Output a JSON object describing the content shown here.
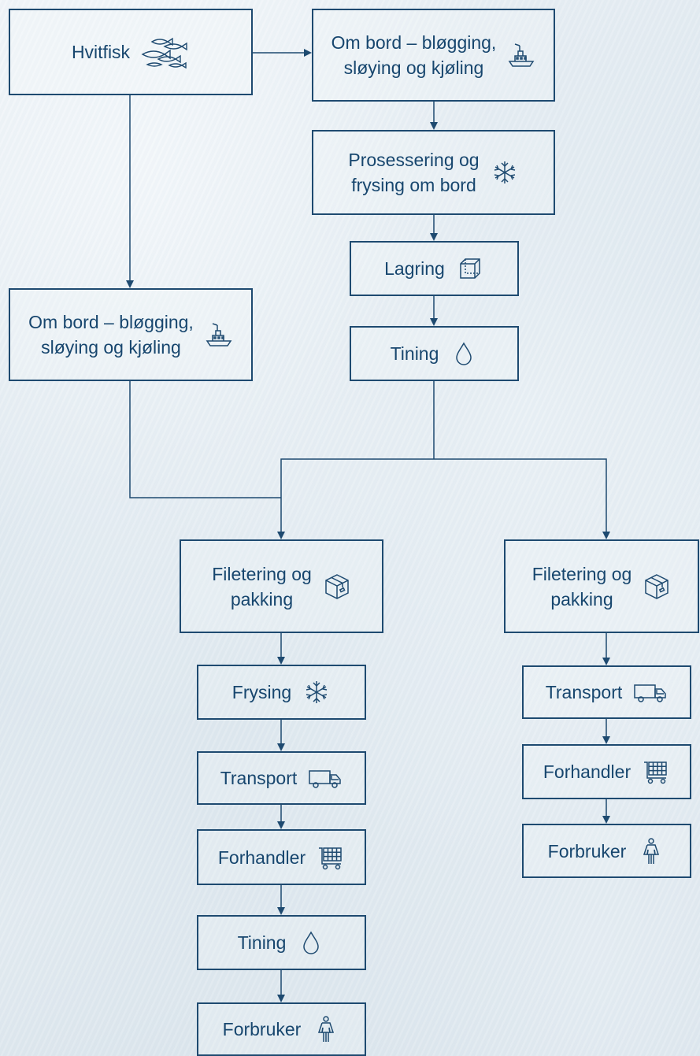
{
  "nodes": {
    "hvitfisk": {
      "label": "Hvitfisk",
      "icon": "fish-icon"
    },
    "ombord_top": {
      "label": "Om bord – bløgging,\nsløying og kjøling",
      "icon": "ship-icon"
    },
    "prosessering": {
      "label": "Prosessering og\nfrysing om bord",
      "icon": "snowflake-icon"
    },
    "lagring": {
      "label": "Lagring",
      "icon": "box-icon"
    },
    "tining_top": {
      "label": "Tining",
      "icon": "droplet-icon"
    },
    "ombord_left": {
      "label": "Om bord – bløgging,\nsløying og kjøling",
      "icon": "ship-icon"
    },
    "filetering_left": {
      "label": "Filetering og\npakking",
      "icon": "package-icon"
    },
    "frysing": {
      "label": "Frysing",
      "icon": "snowflake-icon"
    },
    "transport_left": {
      "label": "Transport",
      "icon": "truck-icon"
    },
    "forhandler_left": {
      "label": "Forhandler",
      "icon": "cart-icon"
    },
    "tining_bottom": {
      "label": "Tining",
      "icon": "droplet-icon"
    },
    "forbruker_left": {
      "label": "Forbruker",
      "icon": "person-icon"
    },
    "filetering_right": {
      "label": "Filetering og\npakking",
      "icon": "package-icon"
    },
    "transport_right": {
      "label": "Transport",
      "icon": "truck-icon"
    },
    "forhandler_right": {
      "label": "Forhandler",
      "icon": "cart-icon"
    },
    "forbruker_right": {
      "label": "Forbruker",
      "icon": "person-icon"
    }
  },
  "colors": {
    "stroke": "#1e4a70",
    "text": "#17466e"
  }
}
